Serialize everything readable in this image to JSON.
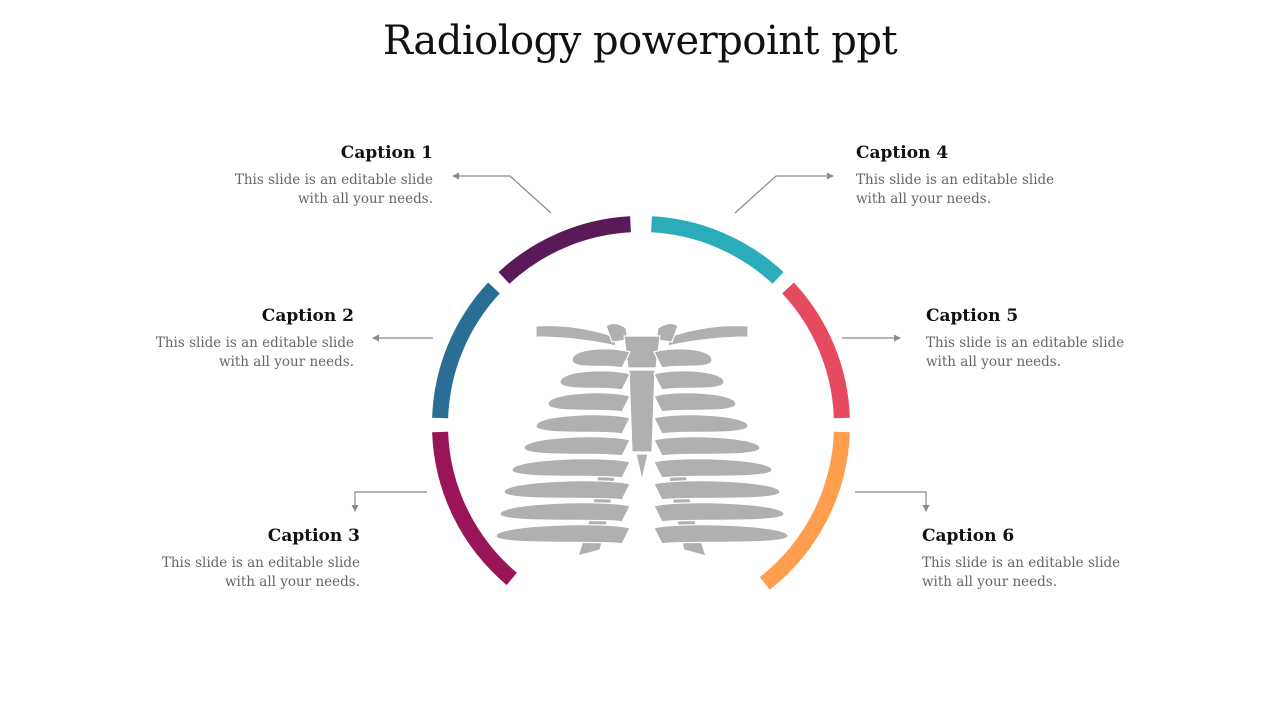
{
  "slide": {
    "title": "Radiology powerpoint ppt"
  },
  "captions": [
    {
      "heading": "Caption 1",
      "line1": "This slide is an editable slide",
      "line2": "with all your needs."
    },
    {
      "heading": "Caption 2",
      "line1": "This slide is an editable slide",
      "line2": "with all your needs."
    },
    {
      "heading": "Caption 3",
      "line1": "This slide is an editable slide",
      "line2": "with all your needs."
    },
    {
      "heading": "Caption 4",
      "line1": "This slide is an editable slide",
      "line2": "with all your needs."
    },
    {
      "heading": "Caption 5",
      "line1": "This slide is an editable slide",
      "line2": "with all your needs."
    },
    {
      "heading": "Caption 6",
      "line1": "This slide is an editable slide",
      "line2": "with all your needs."
    }
  ],
  "segment_colors": [
    "#5a1a5a",
    "#2a6e96",
    "#9a1558",
    "#2aacbb",
    "#e64a5e",
    "#ff9e4e"
  ],
  "center_icon": "rib-cage-icon",
  "icon_color": "#b0b0b0",
  "connector_color": "#8a8a8a"
}
